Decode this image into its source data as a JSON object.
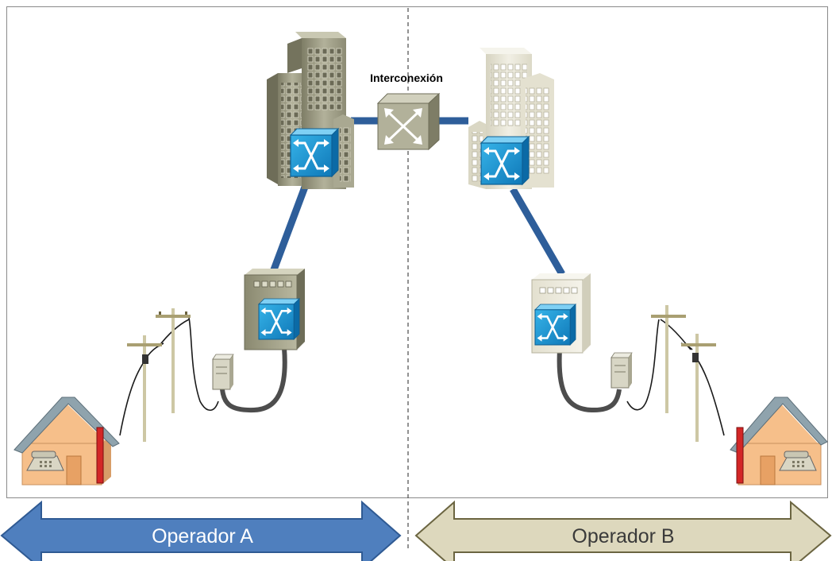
{
  "diagram": {
    "interconnection_label": "Interconexión",
    "operator_a_label": "Operador A",
    "operator_b_label": "Operador B",
    "colors": {
      "operator_a_arrow": "#4f7fbe",
      "operator_b_arrow": "#ddd8bd",
      "link": "#2e5e9a",
      "switch": "#1e95d2",
      "building_a": "#9c9c84",
      "building_b": "#e9e6d6",
      "house_wall": "#f6bf8a",
      "house_roof": "#8fa3ad"
    },
    "icons": [
      "office-building-icon",
      "switch-icon",
      "interconnection-switch-icon",
      "cabinet-icon",
      "utility-pole-icon",
      "house-icon",
      "telephone-icon"
    ]
  }
}
